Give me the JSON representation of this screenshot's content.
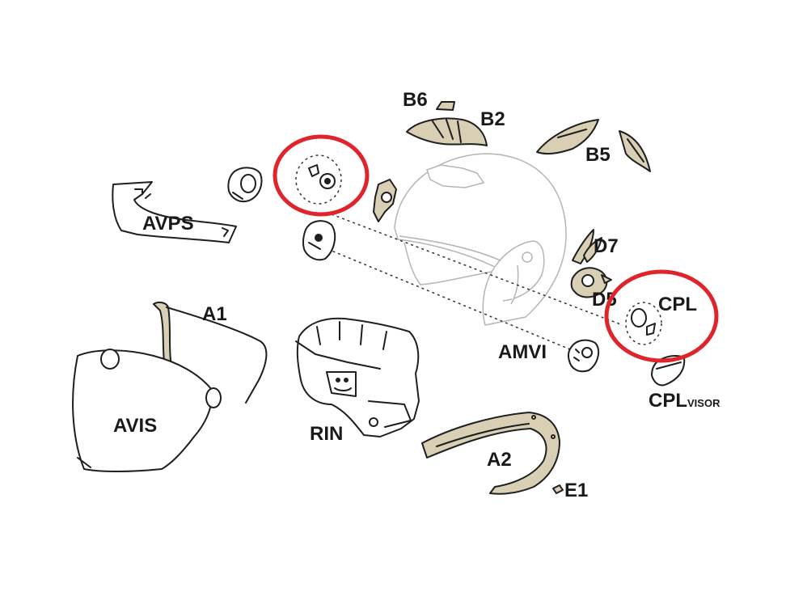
{
  "labels": {
    "B6": "B6",
    "B2": "B2",
    "B5": "B5",
    "AVPS": "AVPS",
    "D7": "D7",
    "D5": "D5",
    "CPL": "CPL",
    "A1": "A1",
    "AMVI": "AMVI",
    "CPL_main": "CPL",
    "CPL_sub": "VISOR",
    "AVIS": "AVIS",
    "RIN": "RIN",
    "A2": "A2",
    "E1": "E1"
  },
  "colors": {
    "highlight": "#e0242b",
    "part_fill": "#d8cfb4",
    "outline": "#1f1f1f",
    "helmet_outline": "#b5b5b5"
  }
}
